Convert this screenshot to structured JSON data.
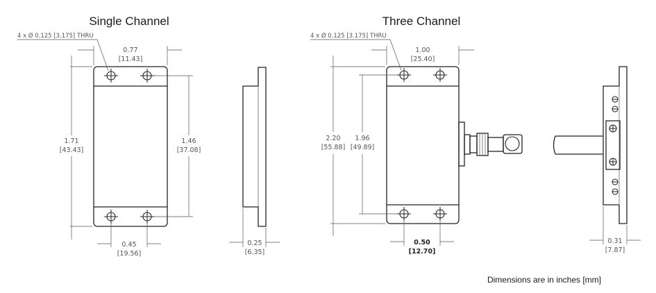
{
  "titles": {
    "single": "Single Channel",
    "three": "Three Channel"
  },
  "single": {
    "hole_note": "4 x Ø 0.125 [3.175] THRU",
    "width_in": "0.77",
    "width_mm": "[11.43]",
    "height_in": "1.71",
    "height_mm": "[43.43]",
    "hole_spacing_in": "1.46",
    "hole_spacing_mm": "[37.08]",
    "hole_pitch_in": "0.45",
    "hole_pitch_mm": "[19.56]",
    "thickness_in": "0.25",
    "thickness_mm": "[6.35]"
  },
  "three": {
    "hole_note": "4 x Ø 0.125 [3.175] THRU",
    "width_in": "1.00",
    "width_mm": "[25.40]",
    "height_in": "2.20",
    "height_mm": "[55.88]",
    "hole_spacing_in": "1.96",
    "hole_spacing_mm": "[49.89]",
    "connector_offset_in": "0.50",
    "connector_offset_mm": "[12.70]",
    "thickness_in": "0.31",
    "thickness_mm": "[7.87]"
  },
  "footer": "Dimensions are in inches [mm]"
}
